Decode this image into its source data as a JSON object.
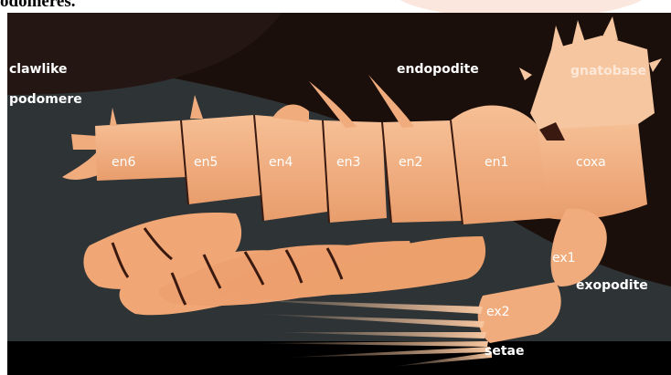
{
  "title_fragment": "odomeres.",
  "labels": {
    "clawlike_1": "clawlike",
    "clawlike_2": "podomere",
    "endopodite": "endopodite",
    "gnatobase": "gnatobase",
    "exopodite": "exopodite",
    "setae": "setae"
  },
  "segments": {
    "en6": "en6",
    "en5": "en5",
    "en4": "en4",
    "en3": "en3",
    "en2": "en2",
    "en1": "en1",
    "coxa": "coxa",
    "ex1": "ex1",
    "ex2": "ex2"
  },
  "colors": {
    "background_dark": "#1b0f0b",
    "background_grey": "#2e3336",
    "limb": "#f1ac7d",
    "limb_light": "#f6c6a0",
    "limb_shadow": "#c9865a",
    "label_text": "#ffffff"
  }
}
